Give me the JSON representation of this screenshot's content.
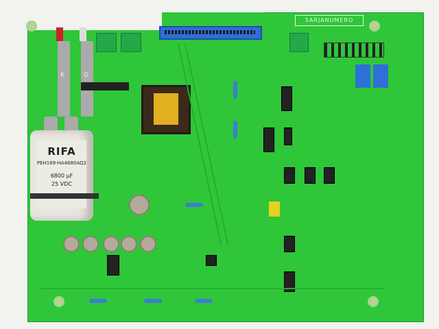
{
  "capacitor": {
    "brand": "RIFA",
    "part": "PEH169-HA4680AQ2",
    "capacitance": "6800 µF",
    "voltage": "25 VDC"
  },
  "board": {
    "serial_label": "SARJANUMERO",
    "terminal_labels": [
      "K",
      "G"
    ]
  },
  "colors": {
    "pcb": "#2fc63a",
    "ribbon_connector": "#2f6fd8",
    "capacitor_sleeve": "#e8e6e0"
  }
}
